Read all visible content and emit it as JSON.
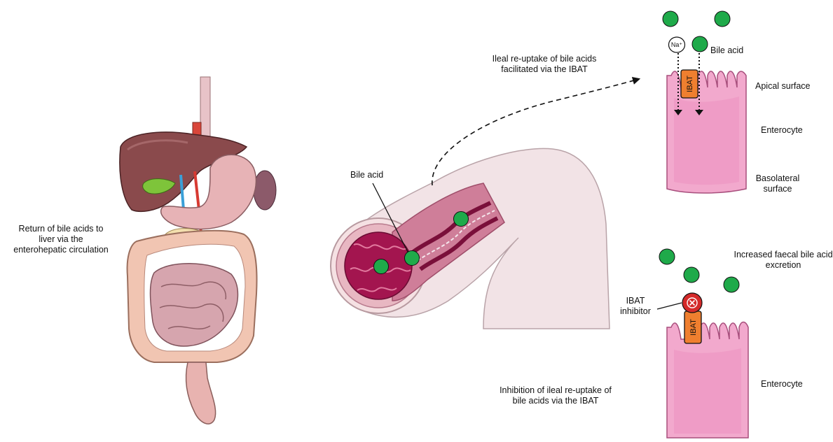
{
  "labels": {
    "return_line1": "Return of bile acids to",
    "return_line2": "liver via the",
    "return_line3": "enterohepatic circulation",
    "bile_acid_intestine": "Bile acid",
    "ileal_line1": "Ileal re-uptake of bile acids",
    "ileal_line2": "facilitated via the IBAT",
    "na": "Na⁺",
    "bile_acid_top": "Bile acid",
    "apical_surface": "Apical surface",
    "enterocyte_top": "Enterocyte",
    "basolateral_line1": "Basolateral",
    "basolateral_line2": "surface",
    "increased_line1": "Increased faecal bile acid",
    "increased_line2": "excretion",
    "ibat_inhibitor_line1": "IBAT",
    "ibat_inhibitor_line2": "inhibitor",
    "inhibition_line1": "Inhibition of ileal re-uptake of",
    "inhibition_line2": "bile acids via the IBAT",
    "enterocyte_bottom": "Enterocyte",
    "ibat_top": "IBAT",
    "ibat_bottom": "IBAT"
  },
  "colors": {
    "bile_acid": "#1faa4a",
    "ibat": "#ef7f2f",
    "cell": "#f2a9cd",
    "inhibitor": "#d42a2a",
    "intestine_lumen": "#a3154f"
  }
}
